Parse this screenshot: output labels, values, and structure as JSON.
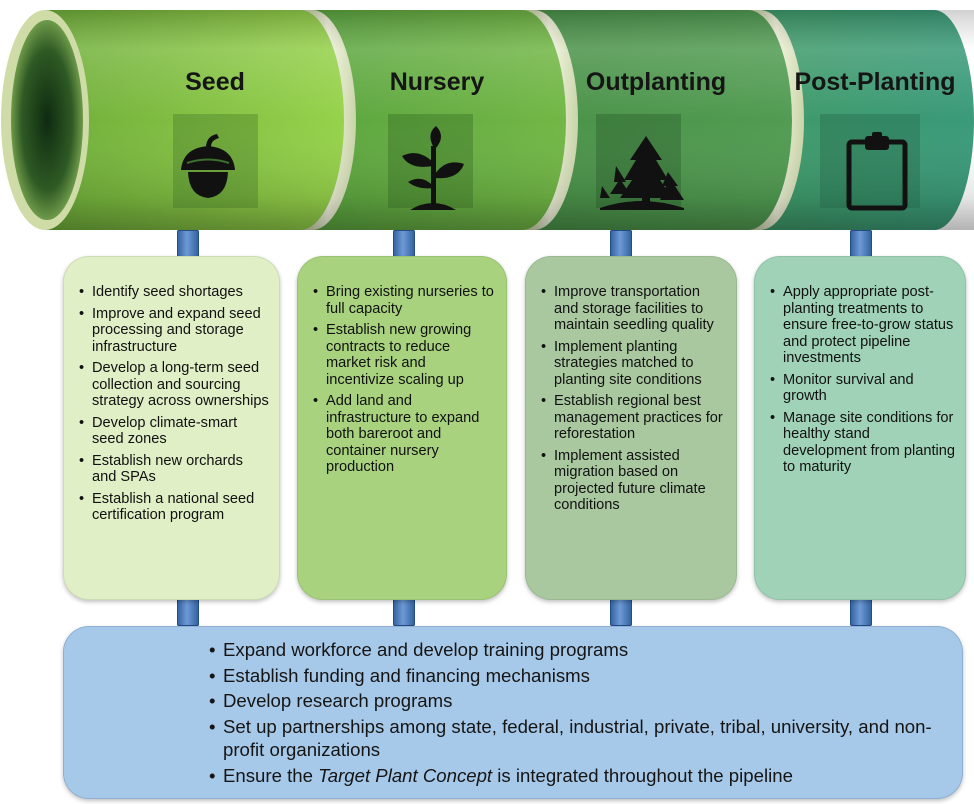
{
  "stages": [
    {
      "title": "Seed",
      "icon": "acorn-icon",
      "color": "#8ccc45"
    },
    {
      "title": "Nursery",
      "icon": "seedling-icon",
      "color": "#6fb440"
    },
    {
      "title": "Outplanting",
      "icon": "trees-icon",
      "color": "#4f9a4f"
    },
    {
      "title": "Post-Planting",
      "icon": "clipboard-icon",
      "color": "#3f9a72"
    }
  ],
  "cards": [
    {
      "items": [
        "Identify seed shortages",
        "Improve and expand seed processing and storage infrastructure",
        "Develop a long-term seed collection and sourcing strategy across ownerships",
        "Develop climate-smart seed zones",
        "Establish new orchards and SPAs",
        "Establish a national seed certification program"
      ],
      "color": "#e0efc6"
    },
    {
      "items": [
        "Bring existing nurseries to full capacity",
        "Establish new growing contracts to reduce market risk and incentivize scaling up",
        "Add land and infrastructure to expand both bareroot and container nursery production"
      ],
      "color": "#a8d27e"
    },
    {
      "items": [
        "Improve transportation and storage facilities to maintain seedling quality",
        "Implement planting strategies matched to planting site conditions",
        "Establish regional best management practices for reforestation",
        "Implement assisted migration based on projected future climate conditions"
      ],
      "color": "#a9c8a0"
    },
    {
      "items": [
        "Apply appropriate post-planting treatments to ensure free-to-grow status and protect pipeline investments",
        "Monitor survival and growth",
        "Manage site conditions for healthy stand development from planting to maturity"
      ],
      "color": "#9fd2b7"
    }
  ],
  "bottom": {
    "items": [
      "Expand workforce and develop training programs",
      "Establish funding and financing mechanisms",
      "Develop research programs",
      "Set up partnerships among state, federal, industrial, private, tribal, university, and non-profit organizations"
    ],
    "last_prefix": "Ensure the ",
    "last_emphasis": "Target Plant Concept",
    "last_suffix": " is integrated throughout the pipeline",
    "color": "#a7c9e9"
  }
}
